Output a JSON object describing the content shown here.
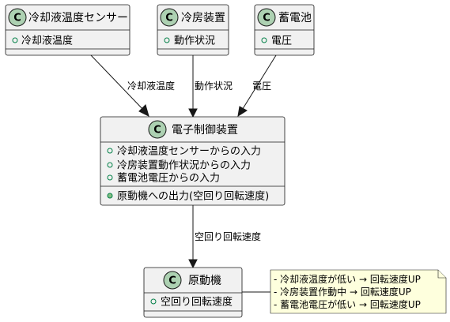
{
  "diagram": {
    "badge_letter": "C",
    "classes": {
      "coolant_sensor": {
        "name": "冷却液温度センサー",
        "members": [
          "冷却液温度"
        ]
      },
      "ac_unit": {
        "name": "冷房装置",
        "members": [
          "動作状況"
        ]
      },
      "battery": {
        "name": "蓄電池",
        "members": [
          "電圧"
        ]
      },
      "ecu": {
        "name": "電子制御装置",
        "fields": [
          "冷却液温度センサーからの入力",
          "冷房装置動作状況からの入力",
          "蓄電池電圧からの入力"
        ],
        "methods": [
          "原動機への出力(空回り回転速度)"
        ]
      },
      "engine": {
        "name": "原動機",
        "members": [
          "空回り回転速度"
        ]
      }
    },
    "edges": {
      "coolant_to_ecu": "冷却液温度",
      "ac_to_ecu": "動作状況",
      "battery_to_ecu": "電圧",
      "ecu_to_engine": "空回り回転速度"
    },
    "note": {
      "lines": [
        "- 冷却液温度が低い → 回転速度UP",
        "- 冷房装置作動中 → 回転速度UP",
        "- 蓄電池電圧が低い → 回転速度UP"
      ]
    }
  }
}
